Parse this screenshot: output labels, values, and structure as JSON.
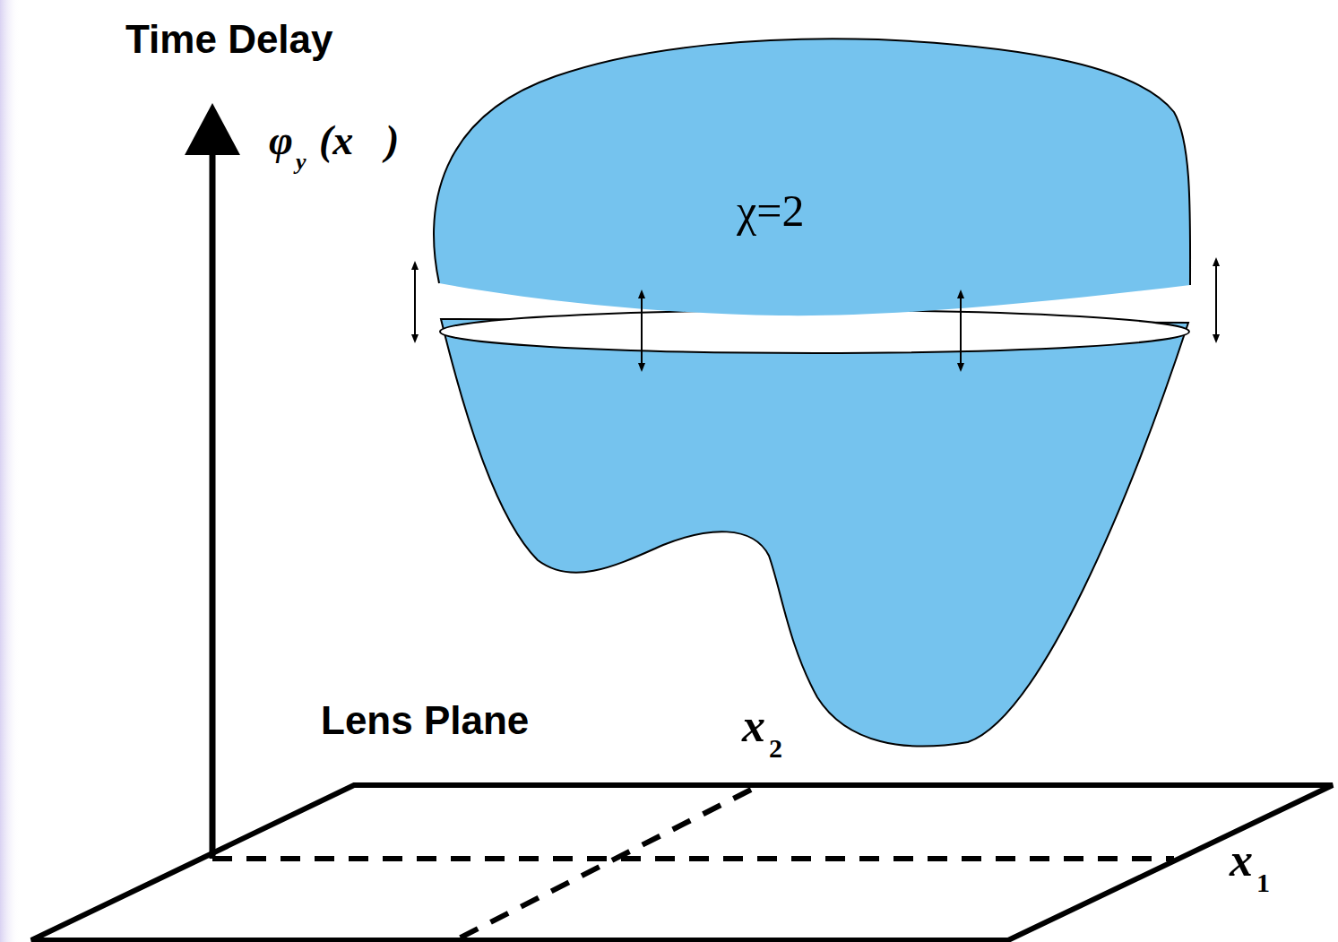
{
  "diagram": {
    "nodes": [
      {
        "text": [
          "χ=2"
        ]
      }
    ],
    "labels": [
      "Time Delay",
      "φ",
      "y⃗",
      "(x⃗)",
      "Lens Plane",
      "x",
      "2",
      "x",
      "1"
    ]
  }
}
